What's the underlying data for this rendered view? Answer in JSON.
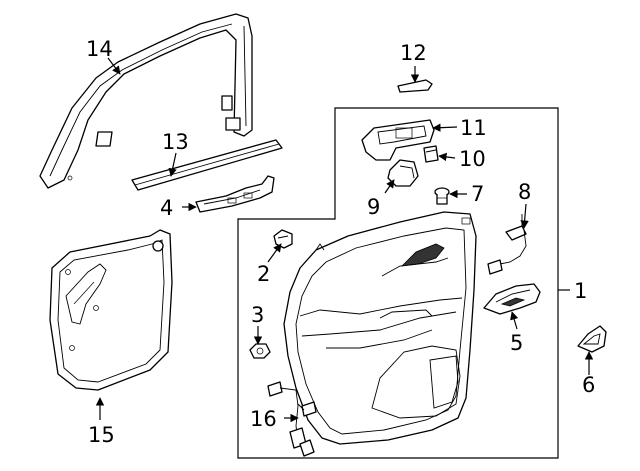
{
  "diagram": {
    "callouts": [
      {
        "id": "c1",
        "label": "1"
      },
      {
        "id": "c2",
        "label": "2"
      },
      {
        "id": "c3",
        "label": "3"
      },
      {
        "id": "c4",
        "label": "4"
      },
      {
        "id": "c5",
        "label": "5"
      },
      {
        "id": "c6",
        "label": "6"
      },
      {
        "id": "c7",
        "label": "7"
      },
      {
        "id": "c8",
        "label": "8"
      },
      {
        "id": "c9",
        "label": "9"
      },
      {
        "id": "c10",
        "label": "10"
      },
      {
        "id": "c11",
        "label": "11"
      },
      {
        "id": "c12",
        "label": "12"
      },
      {
        "id": "c13",
        "label": "13"
      },
      {
        "id": "c14",
        "label": "14"
      },
      {
        "id": "c15",
        "label": "15"
      },
      {
        "id": "c16",
        "label": "16"
      }
    ],
    "colors": {
      "line": "#000000",
      "background": "#ffffff"
    }
  }
}
